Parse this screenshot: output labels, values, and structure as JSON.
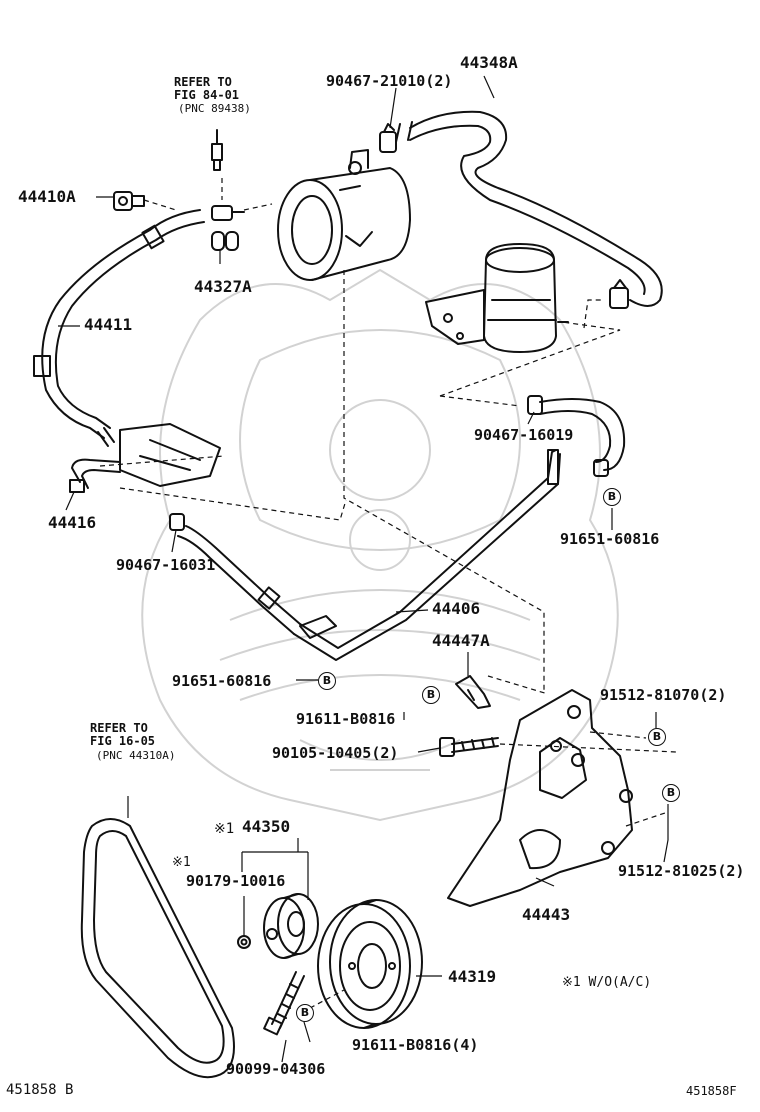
{
  "parts": {
    "p44348A": "44348A",
    "p90467_21010": "90467-21010(2)",
    "p44410A": "44410A",
    "p44327A": "44327A",
    "p44411": "44411",
    "p90467_16019": "90467-16019",
    "p91651_60816_a": "91651-60816",
    "p44416": "44416",
    "p90467_16031": "90467-16031",
    "p44406": "44406",
    "p44447A": "44447A",
    "p91651_60816_b": "91651-60816",
    "p91611_B0816": "91611-B0816",
    "p91512_81070": "91512-81070(2)",
    "p90105_10405": "90105-10405(2)",
    "p44350": "44350",
    "p90179_10016": "90179-10016",
    "p91512_81025": "91512-81025(2)",
    "p44443": "44443",
    "p44319": "44319",
    "p91611_B0816_4": "91611-B0816(4)",
    "p90099_04306": "90099-04306"
  },
  "refs": {
    "ref1_line1": "REFER TO",
    "ref1_line2": "FIG 84-01",
    "ref1_line3": "(PNC 89438)",
    "ref2_line1": "REFER TO",
    "ref2_line2": "FIG 16-05",
    "ref2_line3": "(PNC 44310A)"
  },
  "marks": {
    "note_mark": "※1",
    "note_mark2": "※1",
    "note_text": "※1 W/O(A/C)",
    "badge_letter": "B"
  },
  "footer": {
    "left_code": "451858 B",
    "right_code": "451858F"
  },
  "colors": {
    "ink": "#111111",
    "watermark": "#cfcfcf"
  }
}
